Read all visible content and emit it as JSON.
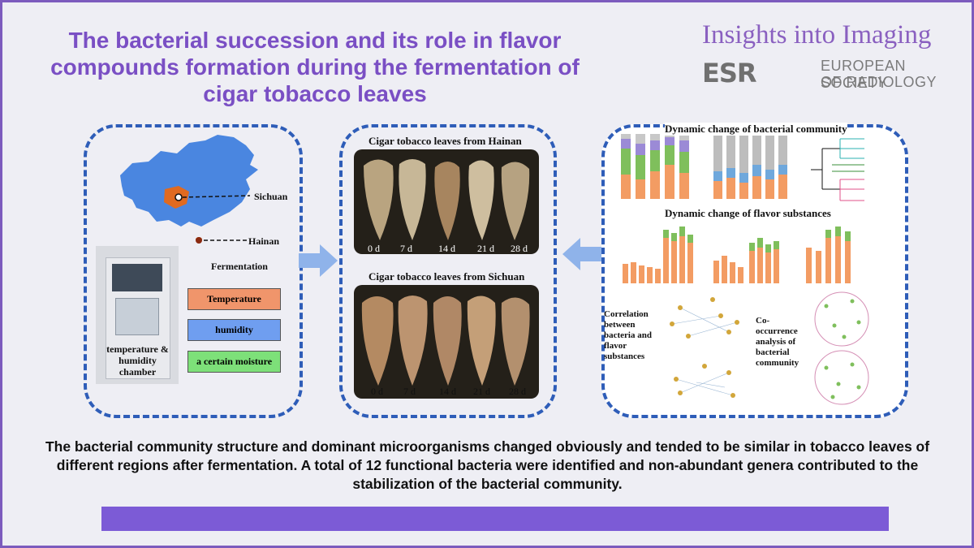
{
  "header": {
    "title": "The bacterial succession and its role in flavor compounds formation during the fermentation of cigar tobacco leaves",
    "journal": "Insights into Imaging",
    "society_mark": "ESR",
    "society_line1": "EUROPEAN SOCIETY",
    "society_line2": "OF RADIOLOGY"
  },
  "left_panel": {
    "map_labels": [
      "Sichuan",
      "Hainan"
    ],
    "chamber_label": "temperature & humidity chamber",
    "fermentation_label": "Fermentation",
    "conditions": [
      {
        "label": "Temperature",
        "color": "#f0956b"
      },
      {
        "label": "humidity",
        "color": "#6f9ef0"
      },
      {
        "label": "a certain moisture",
        "color": "#7de079"
      }
    ]
  },
  "middle_panel": {
    "hainan_title": "Cigar tobacco leaves from Hainan",
    "sichuan_title": "Cigar tobacco leaves from Sichuan",
    "days": [
      "0 d",
      "7 d",
      "14 d",
      "21 d",
      "28 d"
    ]
  },
  "right_panel": {
    "community_title": "Dynamic change of bacterial community",
    "flavor_title": "Dynamic change of flavor substances",
    "correlation_text": "Correlation between bacteria and flavor substances",
    "cooccurrence_text": "Co-occurrence analysis of bacterial community"
  },
  "summary": "The bacterial community structure and dominant microorganisms changed obviously and tended to be similar in  tobacco leaves of  different regions after fermentation. A total of 12 functional bacteria were identified and non-abundant genera contributed to the stabilization of the bacterial community.",
  "colors": {
    "accent": "#7a4fc4",
    "panel_border": "#2e5db8",
    "arrow": "#8fb3ea",
    "map_base": "#4a86e0",
    "map_highlight": "#e06a20",
    "footer_bar": "#7c5bd6"
  }
}
